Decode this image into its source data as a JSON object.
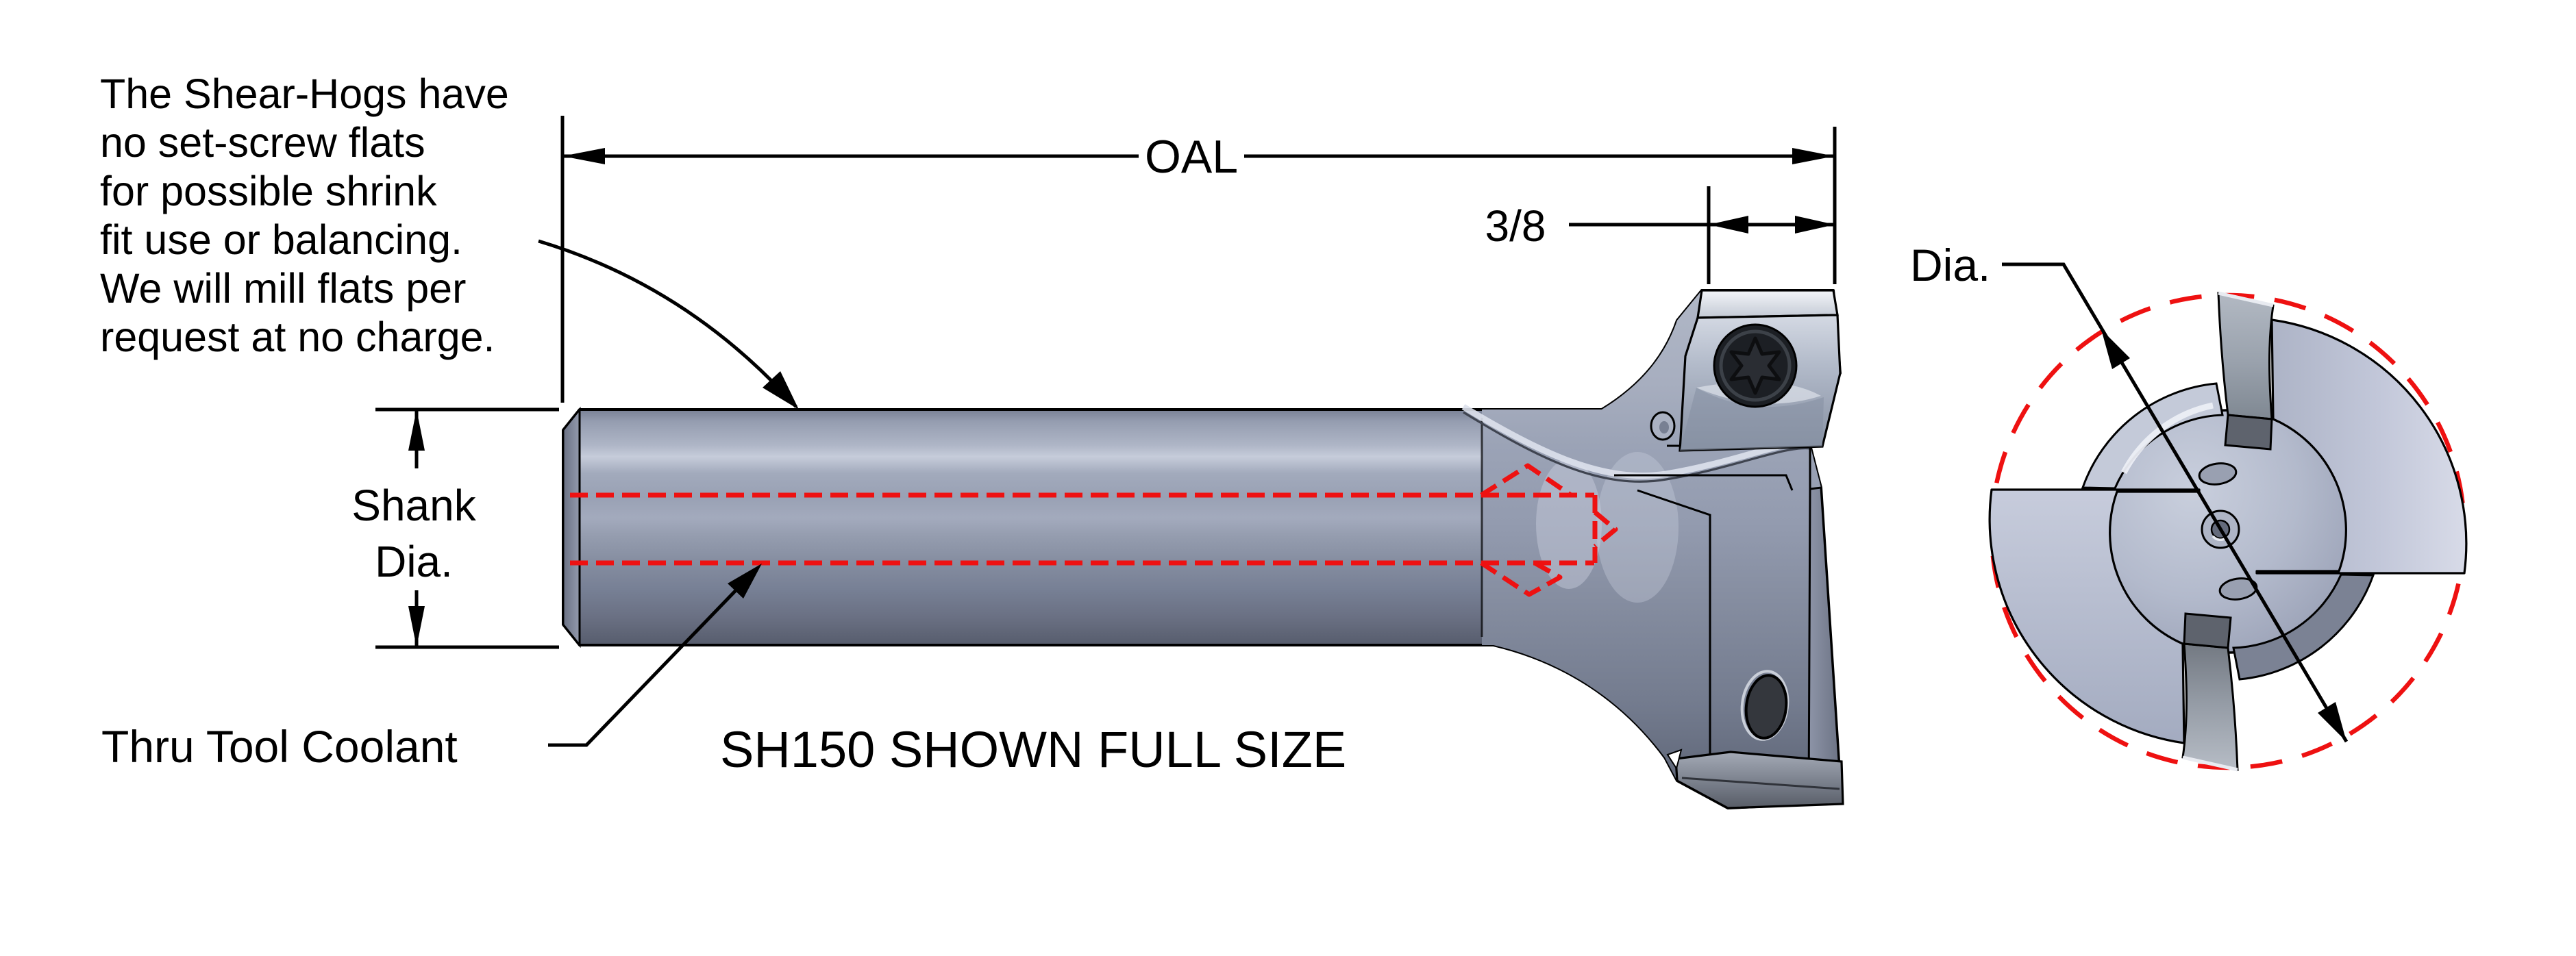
{
  "drawing": {
    "note": {
      "lines": [
        "The Shear-Hogs have",
        "no set-screw flats",
        "for possible shrink",
        "fit use or balancing.",
        "We will mill flats per",
        "request at no charge."
      ]
    },
    "dimensions": {
      "oal_label": "OAL",
      "tip_length_label": "3/8",
      "shank_dia_line1": "Shank",
      "shank_dia_line2": "Dia.",
      "end_dia_label": "Dia."
    },
    "labels": {
      "coolant": "Thru Tool Coolant",
      "caption": "SH150 SHOWN FULL SIZE"
    },
    "colors": {
      "red": "#ee1111",
      "line": "#000000",
      "background": "#ffffff",
      "shank_highlight": "#c6ccda",
      "shank_mid": "#9aa2b5",
      "shank_dark": "#565c6c",
      "head_gray": "#98a0b3",
      "insert_bright": "#f4f6f9",
      "screw_dark": "#1c1f24",
      "hub_gray": "#b3bacc",
      "wing_gray": "#c4c9da"
    }
  }
}
